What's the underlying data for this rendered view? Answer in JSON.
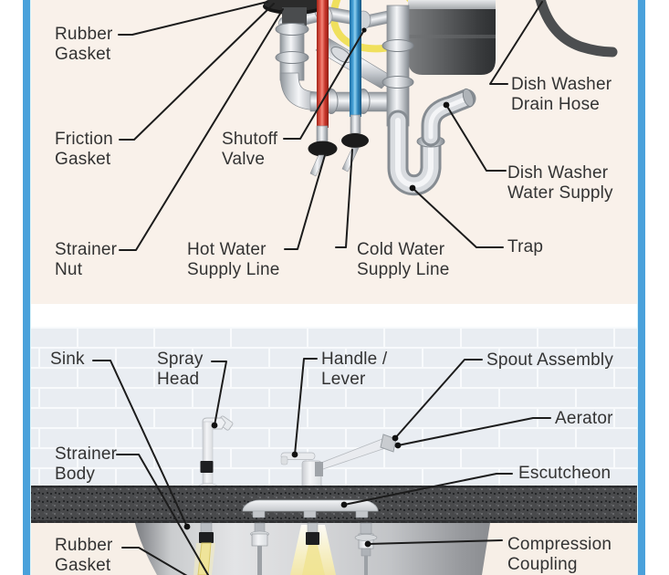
{
  "diagram": {
    "subject": "kitchen sink plumbing and faucet parts diagram",
    "colors": {
      "frame_blue": "#4aa1db",
      "panel_top_bg": "#f9f1ea",
      "tile_wall": "#e9edf2",
      "granite_counter": "#494a4c",
      "hot_water_pipe": "#d63b2f",
      "cold_water_pipe": "#3a97cf",
      "hose_yellow": "#efdf52",
      "drain_hose_gray": "#4c4e50",
      "leader_line": "#1c1c1c",
      "label_text": "#333333"
    }
  },
  "panel_top": {
    "labels": {
      "rubber_gasket": "Rubber\nGasket",
      "friction_gasket": "Friction\nGasket",
      "strainer_nut": "Strainer\nNut",
      "shutoff_valve": "Shutoff\nValve",
      "hot_water": "Hot Water\nSupply Line",
      "cold_water": "Cold Water\nSupply Line",
      "trap": "Trap",
      "dishwasher_drain_hose": "Dish Washer\nDrain Hose",
      "dishwasher_water_supply": "Dish Washer\nWater Supply"
    }
  },
  "panel_bottom": {
    "labels": {
      "sink": "Sink",
      "spray_head": "Spray\nHead",
      "handle_lever": "Handle /\nLever",
      "spout_assembly": "Spout Assembly",
      "aerator": "Aerator",
      "escutcheon": "Escutcheon",
      "strainer_body": "Strainer\nBody",
      "rubber_gasket": "Rubber\nGasket",
      "compression_coupling": "Compression\nCoupling"
    }
  }
}
